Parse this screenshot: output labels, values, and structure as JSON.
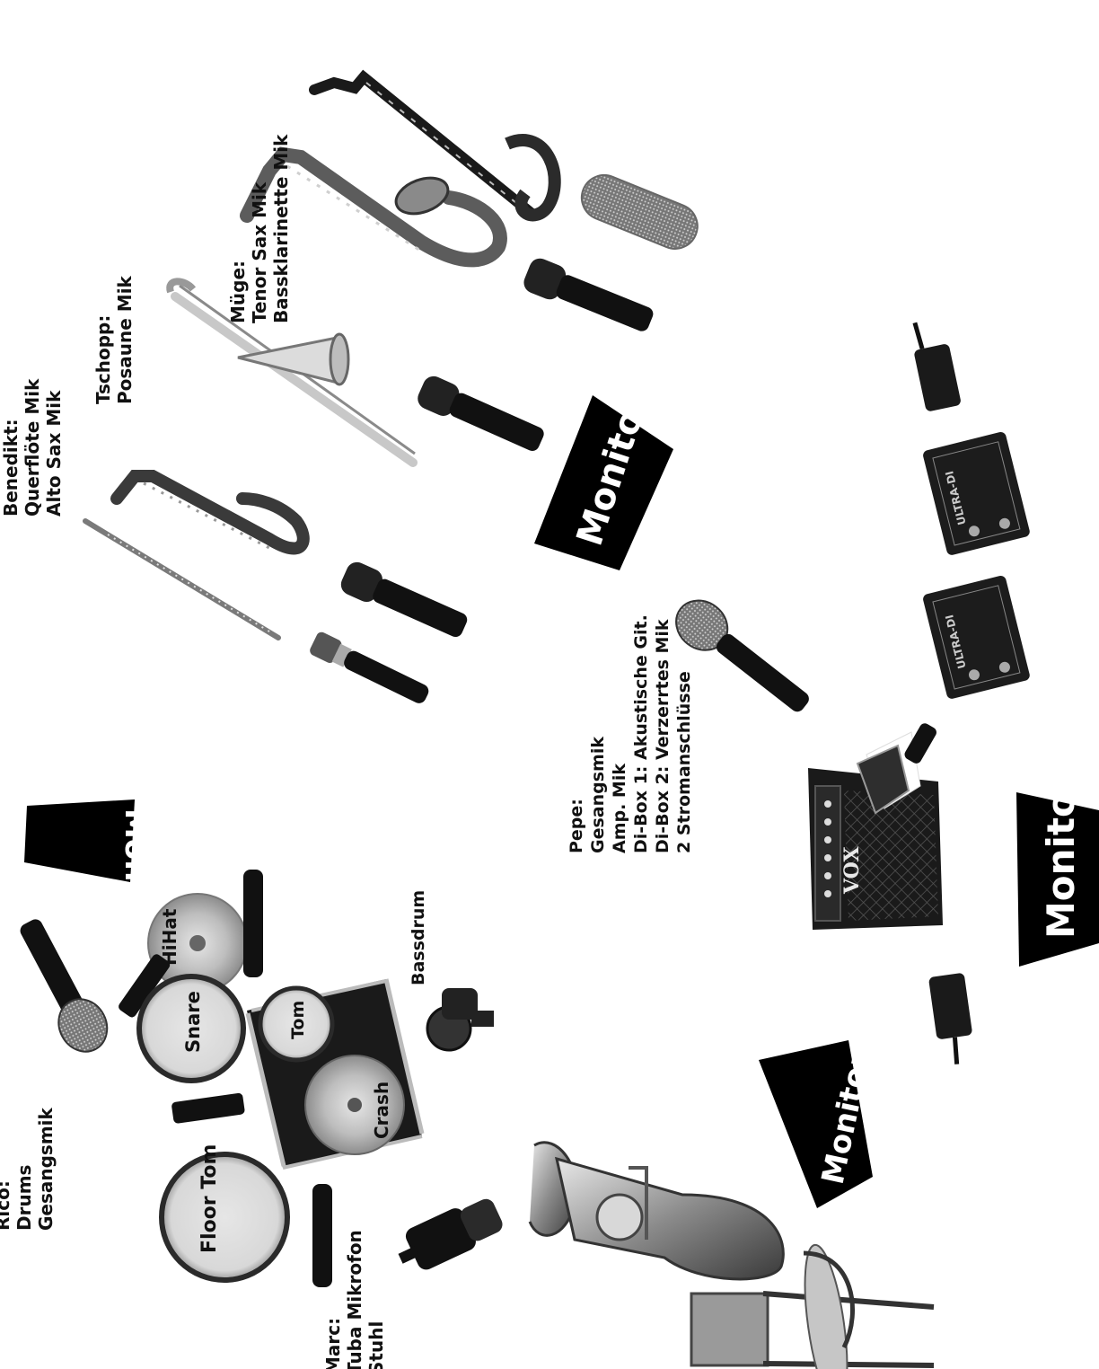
{
  "labels": {
    "mage": [
      "Müge:",
      "Tenor Sax Mik",
      "Bassklarinette Mik"
    ],
    "tschopp": [
      "Tschopp:",
      "Posaune Mik"
    ],
    "benedikt": [
      "Benedikt:",
      "Querflöte Mik",
      "Alto Sax Mik"
    ],
    "pepe": [
      "Pepe:",
      "Gesangsmik",
      "Amp. Mik",
      "Di-Box 1: Akustische Git.",
      "Di-Box 2: Verzerrtes Mik",
      "2 Stromanschlüsse"
    ],
    "rico": [
      "Rico:",
      "Drums",
      "Gesangsmik"
    ],
    "marc": [
      "Marc:",
      "Tuba Mikrofon",
      "Stuhl"
    ]
  },
  "drums": {
    "hihat": "HiHat",
    "snare": "Snare",
    "tom": "Tom",
    "crash": "Crash",
    "floor_tom": "Floor Tom",
    "bassdrum": "Bassdrum"
  },
  "monitor_label": "Monitor",
  "amp_brand": "VOX",
  "dibox_brand": "ULTRA-DI"
}
